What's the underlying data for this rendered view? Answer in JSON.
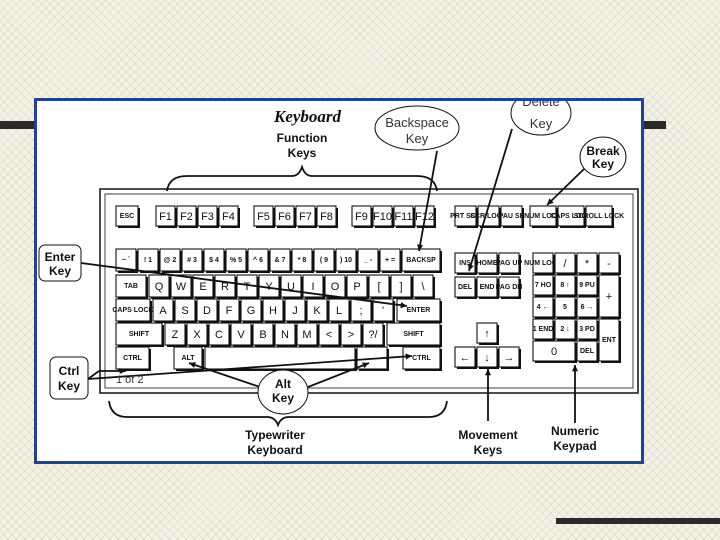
{
  "diagram": {
    "title": "Keyboard",
    "callouts": {
      "function_keys": [
        "Function",
        "Keys"
      ],
      "backspace_key": [
        "Backspace",
        "Key"
      ],
      "delete_key": [
        "Delete",
        "Key"
      ],
      "break_key": [
        "Break",
        "Key"
      ],
      "enter_key": [
        "Enter",
        "Key"
      ],
      "ctrl_key": [
        "Ctrl",
        "Key"
      ],
      "alt_key": [
        "Alt",
        "Key"
      ],
      "typewriter_keyboard": [
        "Typewriter",
        "Keyboard"
      ],
      "movement_keys": [
        "Movement",
        "Keys"
      ],
      "numeric_keypad": [
        "Numeric",
        "Keypad"
      ]
    },
    "page_indicator": "1 of 2",
    "keys": {
      "esc": "ESC",
      "fkeys": [
        "F1",
        "F2",
        "F3",
        "F4",
        "F5",
        "F6",
        "F7",
        "F8",
        "F9",
        "F10",
        "F11",
        "F12"
      ],
      "sys_block": [
        "PRT SCR",
        "SCR LOCK",
        "PAU SE"
      ],
      "locks": [
        "NUM LOCK",
        "CAPS LOCK",
        "SCROLL LOCK"
      ],
      "number_row": [
        "~ `",
        "! 1",
        "@ 2",
        "# 3",
        "$ 4",
        "% 5",
        "^ 6",
        "& 7",
        "* 8",
        "( 9",
        ") 10",
        "_ -",
        "+ ="
      ],
      "backspace": "BACKSP",
      "tab": "TAB",
      "row_q": [
        "Q",
        "W",
        "E",
        "R",
        "T",
        "Y",
        "U",
        "I",
        "O",
        "P",
        "[",
        "]",
        "\\"
      ],
      "caps": "CAPS LOCK",
      "row_a": [
        "A",
        "S",
        "D",
        "F",
        "G",
        "H",
        "J",
        "K",
        "L",
        ";",
        "'"
      ],
      "enter": "ENTER",
      "shift": "SHIFT",
      "row_z": [
        "Z",
        "X",
        "C",
        "V",
        "B",
        "N",
        "M",
        "<",
        ">",
        "?/"
      ],
      "ctrl": "CTRL",
      "alt": "ALT",
      "nav": [
        "INS",
        "HOME",
        "PAG UP",
        "DEL",
        "END",
        "PAG DN"
      ],
      "arrows": [
        "↑",
        "←",
        "↓",
        "→"
      ],
      "numpad": [
        "NUM LOCK",
        "/",
        "*",
        "-",
        "7",
        "8",
        "9",
        "+",
        "4",
        "5",
        "6",
        "1",
        "2",
        "3",
        "ENT",
        "0",
        "DEL"
      ],
      "numpad_sub": [
        "HO",
        "↑",
        "PU",
        "←",
        "",
        "→",
        "END",
        "↓",
        "PD"
      ]
    }
  }
}
